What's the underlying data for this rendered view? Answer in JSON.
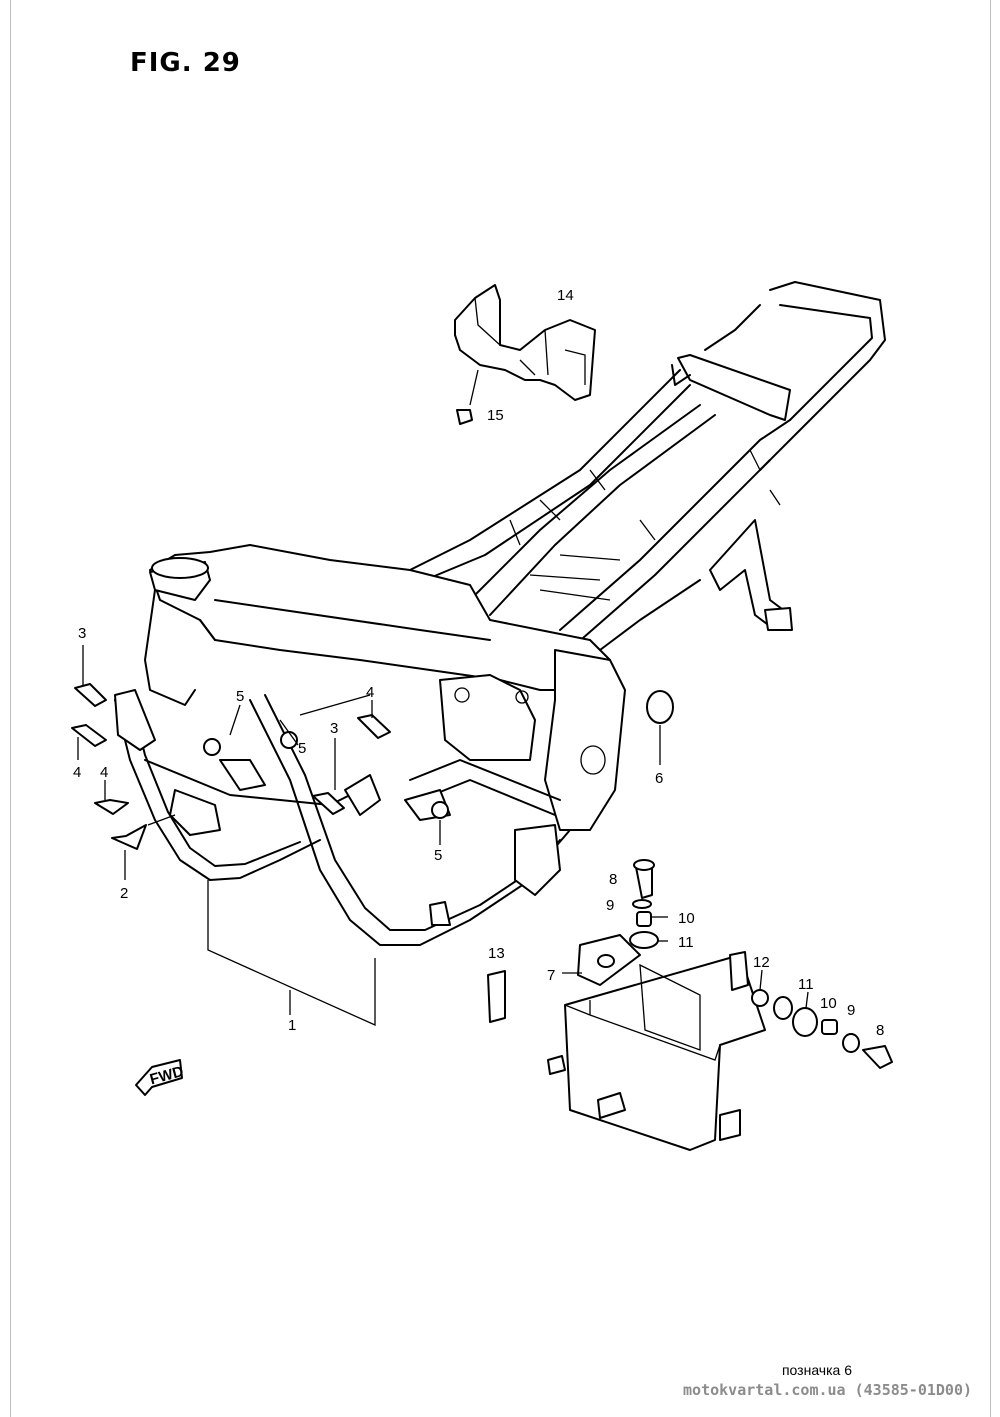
{
  "title": "FIG. 29",
  "fwd_label": "FWD",
  "footer": {
    "note": "позначка 6",
    "source": "motokvartal.com.ua (43585-01D00)"
  },
  "callouts": {
    "c1": "1",
    "c2": "2",
    "c3a": "3",
    "c3b": "3",
    "c4a": "4",
    "c4b": "4",
    "c4c": "4",
    "c5a": "5",
    "c5b": "5",
    "c5c": "5",
    "c6": "6",
    "c7": "7",
    "c8a": "8",
    "c8b": "8",
    "c9a": "9",
    "c9b": "9",
    "c10a": "10",
    "c10b": "10",
    "c11a": "11",
    "c11b": "11",
    "c12": "12",
    "c13": "13",
    "c14": "14",
    "c15": "15"
  }
}
